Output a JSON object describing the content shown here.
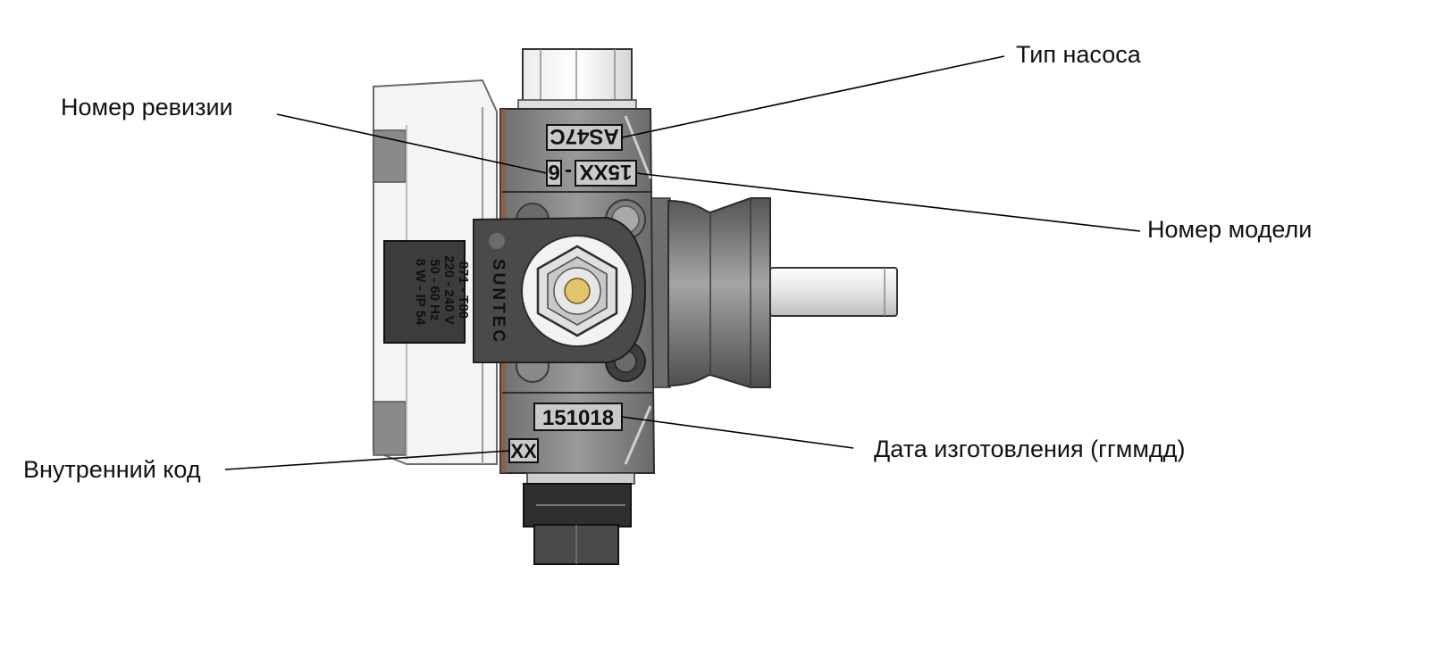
{
  "callouts": {
    "pump_type": "Тип насоса",
    "revision_number": "Номер ревизии",
    "model_number": "Номер модели",
    "manufacture_date": "Дата изготовления (ггммдд)",
    "internal_code": "Внутренний код"
  },
  "pump_markings": {
    "pump_type_code": "AS47C",
    "model_code": "15XX",
    "separator": "-",
    "revision_code": "6",
    "date_code": "151018",
    "internal_code": "XX",
    "brand": "SUNTEC",
    "coil_label": [
      "871 - T80",
      "220 - 240 V",
      "50 - 60 Hz",
      "8 W - IP 54"
    ]
  },
  "colors": {
    "body": "#8a8a8a",
    "body_dark": "#5e5e5e",
    "coil": "#4a4a4a",
    "housing": "#f0f0f0",
    "pin": "#e2c46a"
  }
}
